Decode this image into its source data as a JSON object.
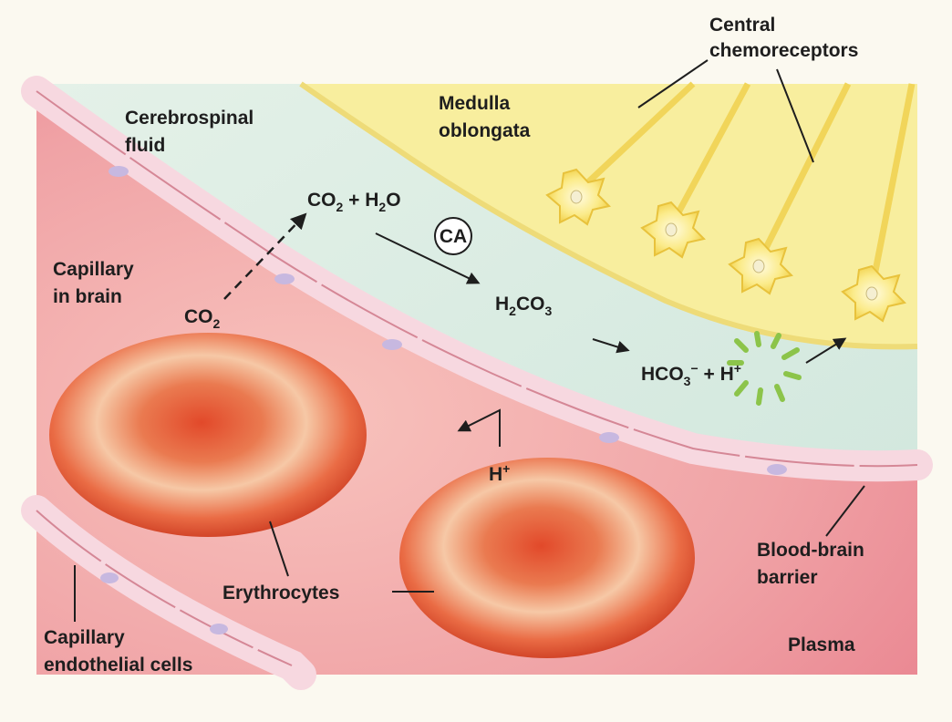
{
  "labels": {
    "central_chemoreceptors": [
      "Central",
      "chemoreceptors"
    ],
    "medulla_oblongata": [
      "Medulla",
      "oblongata"
    ],
    "cerebrospinal_fluid": [
      "Cerebrospinal",
      "fluid"
    ],
    "capillary_in_brain": [
      "Capillary",
      "in brain"
    ],
    "blood_brain_barrier": [
      "Blood-brain",
      "barrier"
    ],
    "erythrocytes": "Erythrocytes",
    "capillary_endothelial_cells": [
      "Capillary",
      "endothelial cells"
    ],
    "plasma": "Plasma"
  },
  "chemistry": {
    "co2_blood": {
      "base": "CO",
      "sub": "2"
    },
    "co2_h2o": {
      "co": "CO",
      "co_sub": "2",
      "plus": " + H",
      "h_sub": "2",
      "o": "O"
    },
    "enzyme": "CA",
    "h2co3": {
      "h": "H",
      "h_sub": "2",
      "rest": "CO",
      "sub3": "3"
    },
    "hco3_h": {
      "hco": "HCO",
      "sub3": "3",
      "minus": "−",
      "plus_h": " + H",
      "sup": "+"
    },
    "h_plus_blood": {
      "h": "H",
      "sup": "+"
    }
  },
  "colors": {
    "plasma": "#ec8a95",
    "csf": "#dcecdd",
    "medulla": "#f8ee9e",
    "erythrocyte": "#e2492a",
    "highlight": "#8cc44a"
  }
}
